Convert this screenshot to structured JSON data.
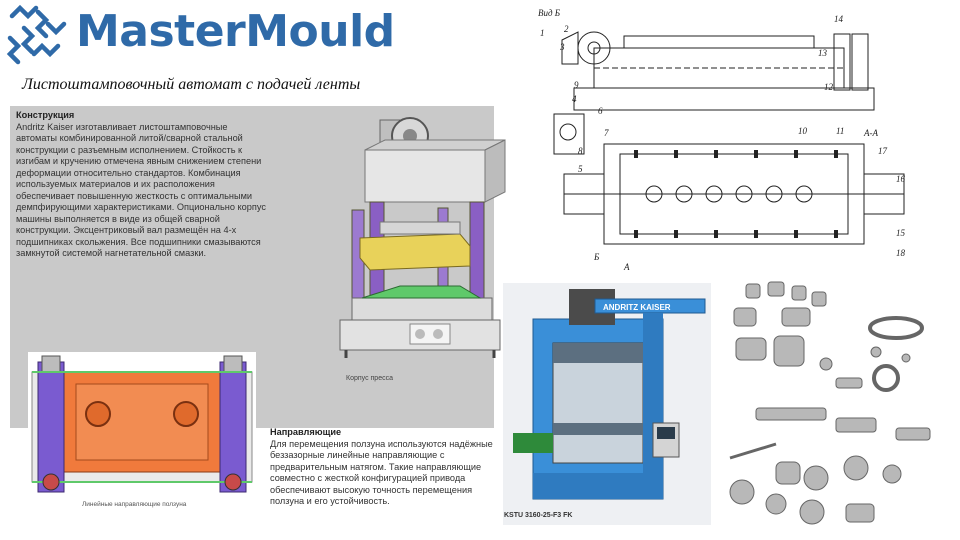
{
  "logo": {
    "name": "MasterMould"
  },
  "subtitle": "Листоштамповочный автомат с подачей ленты",
  "construction": {
    "heading": "Конструкция",
    "body": "Andritz Kaiser изготавливает листоштамповочные автоматы комбинированной литой/сварной стальной конструкции с разъемным исполнением. Стойкость к изгибам и кручению отмечена явным снижением степени деформации относительно стандартов. Комбинация используемых материалов и их расположения обеспечивает повышенную жесткость с оптимальными демпфирующими характеристиками. Опционально корпус машины выполняется в виде из общей сварной конструкции. Эксцентриковый вал размещён на 4-х подшипниках скольжения. Все подшипники смазываются замкнутой системой нагнетательной смазки."
  },
  "press_caption": "Корпус пресса",
  "machine_caption": "Линейные направляющие ползуна",
  "guides": {
    "heading": "Направляющие",
    "body": "Для перемещения ползуна используются надёжные беззазорные линейные направляющие с предварительным натягом. Такие направляющие совместно с жесткой конфигурацией привода обеспечивают высокую точность перемещения ползуна и его устойчивость."
  },
  "photo": {
    "brand": "ANDRITZ KAISER",
    "caption": "KSTU 3160-25-F3 FK"
  },
  "drawing": {
    "view_label": "Вид Б",
    "section_label": "А-А",
    "arrow_a": "А",
    "arrow_b": "Б",
    "numbers": [
      "1",
      "2",
      "3",
      "4",
      "5",
      "6",
      "7",
      "8",
      "9",
      "10",
      "11",
      "12",
      "13",
      "14",
      "15",
      "16",
      "17",
      "18"
    ]
  },
  "colors": {
    "logo_blue": "#2f6aa8",
    "panel_grey": "#c9c9c9",
    "press_purple": "#8a5fc4",
    "press_yellow": "#e8d25a",
    "press_green": "#5fc96a",
    "machine_orange": "#f07a3c",
    "machine_purple": "#7a5bd0",
    "photo_blue": "#3a8fd8"
  }
}
